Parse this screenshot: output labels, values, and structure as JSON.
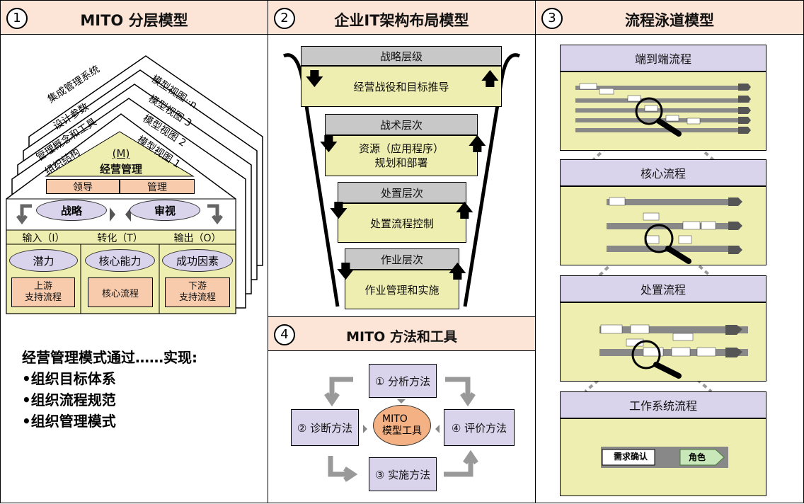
{
  "panel1": {
    "num": "1",
    "title": "MITO 分层模型",
    "layers": [
      "集成管理系统",
      "设计参数",
      "管理概念和工具",
      "组织结构"
    ],
    "views": [
      "模型视图··n",
      "模型视图 3",
      "模型视图 2",
      "模型视图 1"
    ],
    "apex": "(M)",
    "apex_label": "经营管理",
    "lead": "领导",
    "manage": "管理",
    "strategy": "战略",
    "audit": "审视",
    "cols": [
      "输入（I）",
      "转化（T）",
      "输出（O）"
    ],
    "ovals": [
      "潜力",
      "核心能力",
      "成功因素"
    ],
    "boxes": [
      "上游\n支持流程",
      "核心流程",
      "下游\n支持流程"
    ],
    "summary": "经营管理模式通过……实现:",
    "bullets": [
      "•组织目标体系",
      "•组织流程规范",
      "•组织管理模式"
    ]
  },
  "panel2": {
    "num": "2",
    "title": "企业IT架构布局模型",
    "levels": [
      {
        "head": "战略层级",
        "body": "经营战役和目标推导"
      },
      {
        "head": "战术层次",
        "body": "资源（应用程序）\n规划和部署"
      },
      {
        "head": "处置层次",
        "body": "处置流程控制"
      },
      {
        "head": "作业层次",
        "body": "作业管理和实施"
      }
    ]
  },
  "panel3": {
    "num": "3",
    "title": "流程泳道模型",
    "cards": [
      "端到端流程",
      "核心流程",
      "处置流程",
      "工作系统流程"
    ],
    "detail_role": "角色",
    "detail_task": "需求确认"
  },
  "panel4": {
    "num": "4",
    "title": "MITO 方法和工具",
    "center": "MITO\n模型工具",
    "methods": [
      "① 分析方法",
      "② 诊断方法",
      "③ 实施方法",
      "④ 评价方法"
    ]
  },
  "colors": {
    "header": "#fce4d6",
    "yellow": "#eeeeb0",
    "lavender": "#d9d4ec",
    "orange": "#f8cbad",
    "gray": "#c8c8c8",
    "center": "#f4b183"
  }
}
